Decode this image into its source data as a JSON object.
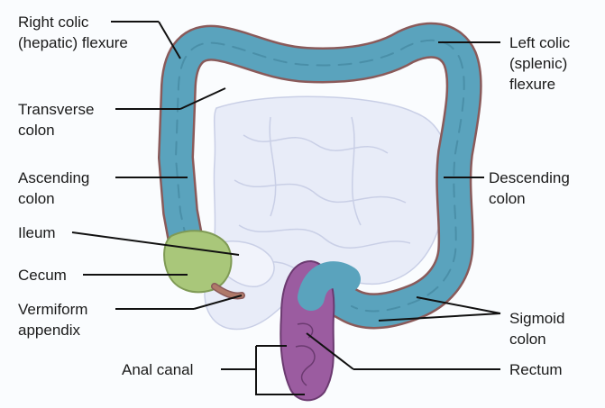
{
  "diagram": {
    "labels": {
      "right_colic_flexure": "Right colic\n(hepatic) flexure",
      "transverse_colon": "Transverse\ncolon",
      "ascending_colon": "Ascending\ncolon",
      "ileum": "Ileum",
      "cecum": "Cecum",
      "vermiform_appendix": "Vermiform\nappendix",
      "anal_canal": "Anal canal",
      "left_colic_flexure": "Left colic\n(splenic)\nflexure",
      "descending_colon": "Descending\ncolon",
      "sigmoid_colon": "Sigmoid\ncolon",
      "rectum": "Rectum"
    },
    "colors": {
      "colon_fill": "#5aa3bd",
      "colon_outline": "#8a5a5a",
      "small_intestine": "#e8ecf8",
      "cecum_fill": "#a9c77a",
      "rectum_fill": "#9b5ca0",
      "appendix_fill": "#b07a6a",
      "leader_line": "#111111"
    }
  }
}
